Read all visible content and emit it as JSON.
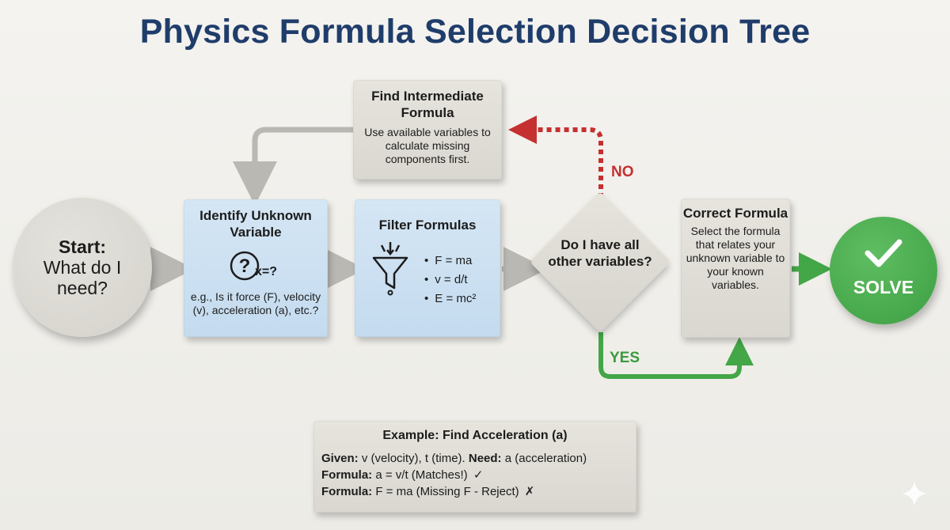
{
  "title": "Physics Formula Selection Decision Tree",
  "start": {
    "line1": "Start:",
    "line2": "What do I need?"
  },
  "identify": {
    "title": "Identify Unknown Variable",
    "symbol": "x=?",
    "text": "e.g., Is it force (F), velocity (v), acceleration (a), etc.?"
  },
  "filter": {
    "title": "Filter Formulas",
    "formulas": [
      "F = ma",
      "v = d/t",
      "E = mc²"
    ]
  },
  "intermediate": {
    "title": "Find Intermediate Formula",
    "text": "Use available variables to calculate missing components first."
  },
  "decision": {
    "text": "Do I have all other variables?",
    "no_label": "NO",
    "yes_label": "YES"
  },
  "correct": {
    "title": "Correct Formula",
    "text": "Select the formula that relates your unknown variable to your known variables."
  },
  "solve": {
    "label": "SOLVE"
  },
  "example": {
    "title": "Example: Find Acceleration (a)",
    "given_label": "Given:",
    "given_text": "v (velocity), t (time).",
    "need_label": "Need:",
    "need_text": "a (acceleration)",
    "formula_label": "Formula:",
    "formula1_text": "a = v/t (Matches!)",
    "formula2_text": "F = ma (Missing F - Reject)",
    "check_icon": "check-mark-icon",
    "cross_icon": "cross-mark-icon"
  },
  "colors": {
    "title": "#1f3d6b",
    "blue_box": "#c9deef",
    "gray_box": "#dddbd4",
    "no_path": "#c53030",
    "yes_path": "#3b9a3f",
    "solve": "#43a647"
  }
}
